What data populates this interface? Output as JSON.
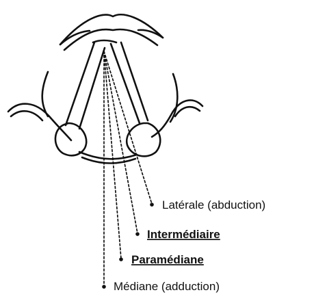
{
  "labels": {
    "laterale": "Latérale (abduction)",
    "intermediaire": "Intermédiaire",
    "paramediane": "Paramédiane",
    "mediane": "Médiane (adduction)"
  }
}
